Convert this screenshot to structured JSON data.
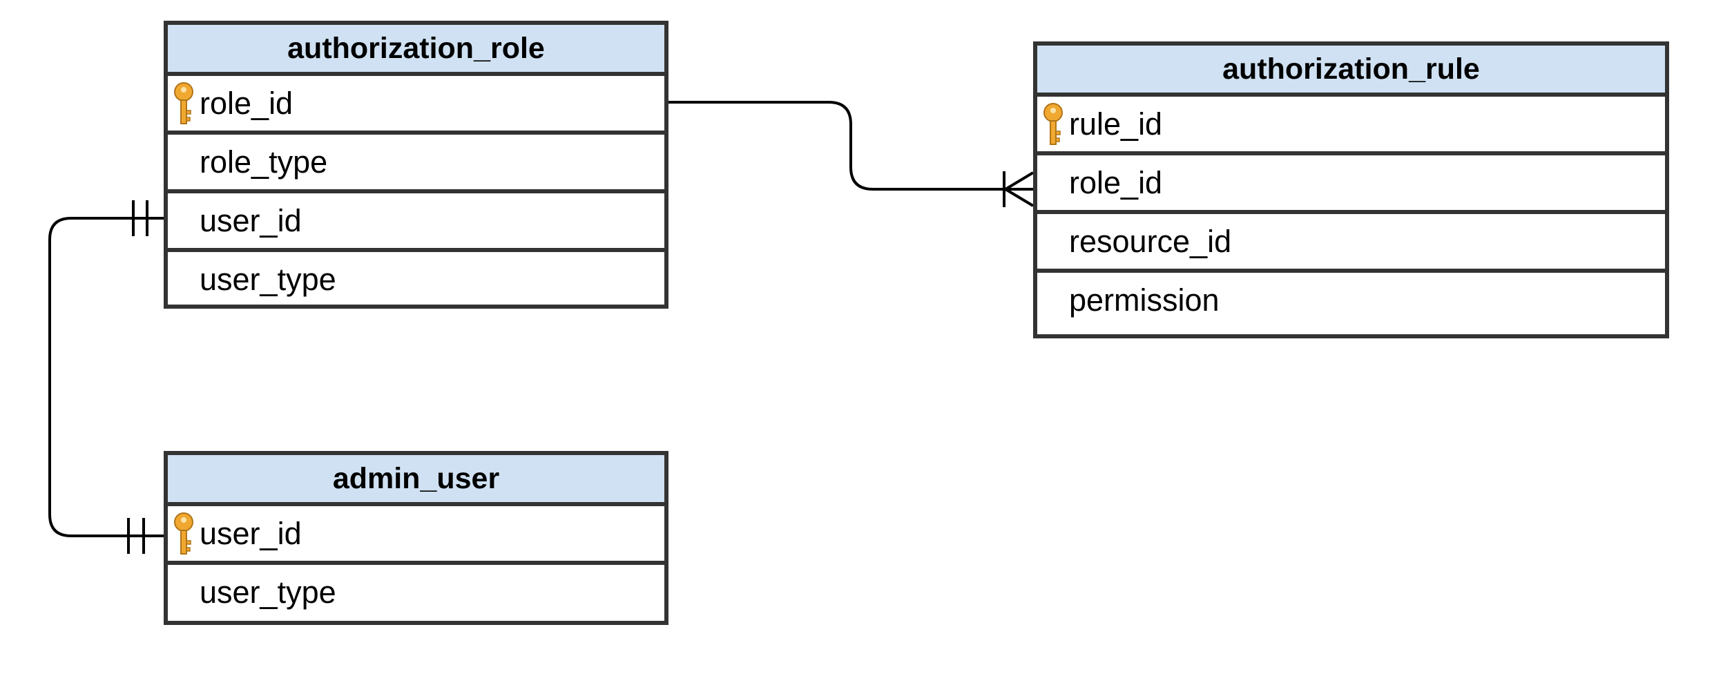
{
  "diagram": {
    "entities": [
      {
        "id": "authorization_role",
        "name": "authorization_role",
        "header_color": "#cfe1f2",
        "attributes": [
          {
            "name": "role_id",
            "primary_key": true
          },
          {
            "name": "role_type",
            "primary_key": false
          },
          {
            "name": "user_id",
            "primary_key": false
          },
          {
            "name": "user_type",
            "primary_key": false
          }
        ]
      },
      {
        "id": "authorization_rule",
        "name": "authorization_rule",
        "header_color": "#cfe1f2",
        "attributes": [
          {
            "name": "rule_id",
            "primary_key": true
          },
          {
            "name": "role_id",
            "primary_key": false
          },
          {
            "name": "resource_id",
            "primary_key": false
          },
          {
            "name": "permission",
            "primary_key": false
          }
        ]
      },
      {
        "id": "admin_user",
        "name": "admin_user",
        "header_color": "#cfe1f2",
        "attributes": [
          {
            "name": "user_id",
            "primary_key": true
          },
          {
            "name": "user_type",
            "primary_key": false
          }
        ]
      }
    ],
    "relationships": [
      {
        "from": "authorization_role.role_id",
        "to": "authorization_rule.role_id",
        "from_cardinality": "none",
        "to_cardinality": "one-or-many"
      },
      {
        "from": "authorization_role.user_id",
        "to": "admin_user.user_id",
        "from_cardinality": "exactly-one",
        "to_cardinality": "exactly-one"
      }
    ],
    "primary_key_icon": "key-icon",
    "border_color": "#333333",
    "key_color": "#f0a830"
  }
}
